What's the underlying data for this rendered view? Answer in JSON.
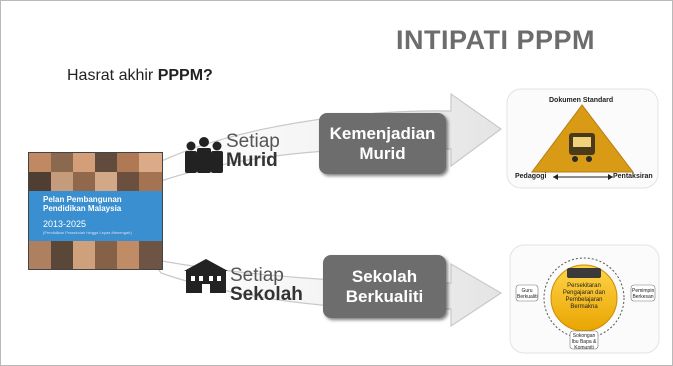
{
  "slide": {
    "title": "INTIPATI PPPM",
    "subtitle_prefix": "Hasrat akhir ",
    "subtitle_bold": "PPPM?"
  },
  "cover": {
    "title_line1": "Pelan Pembangunan",
    "title_line2": "Pendidikan Malaysia",
    "years": "2013-2025",
    "tagline": "(Pendidikan Prasekolah hingga Lepas Menengah)"
  },
  "rows": [
    {
      "setiap": "Setiap",
      "strong": "Murid",
      "icon": "people-icon",
      "box_line1": "Kemenjadian",
      "box_line2": "Murid"
    },
    {
      "setiap": "Setiap",
      "strong": "Sekolah",
      "icon": "school-building-icon",
      "box_line1": "Sekolah",
      "box_line2": "Berkualiti"
    }
  ],
  "diagram_top": {
    "top_label": "Dokumen Standard",
    "left_label": "Pedagogi",
    "right_label": "Pentaksiran"
  },
  "diagram_bottom": {
    "center_text": "Persekitaran Pengajaran dan Pembelajaran Bermakna",
    "left_label": "Guru Berkualiti",
    "right_label": "Pemimpin Berkesan",
    "bottom_label": "Sokongan Ibu Bapa & Komuniti"
  },
  "colors": {
    "title": "#6c6c6c",
    "box": "#6d6d6d",
    "triangle": "#d99a16",
    "circle": "#f2b510",
    "cover_band": "#3a8fd0"
  }
}
